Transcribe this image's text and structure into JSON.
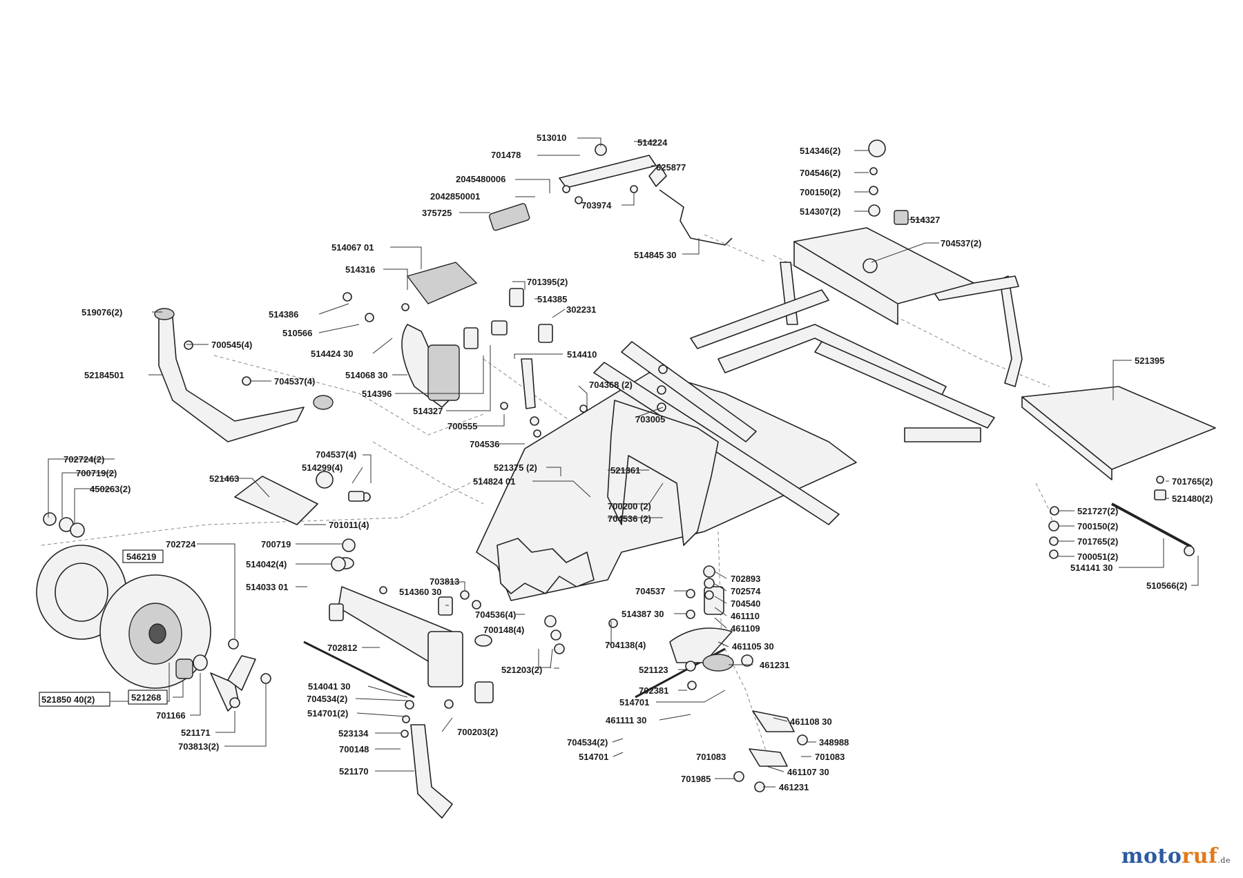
{
  "labels": [
    "513010",
    "701478",
    "514224",
    "625877",
    "2045480006",
    "2042850001",
    "375725",
    "703974",
    "514845 30",
    "514346(2)",
    "704546(2)",
    "700150(2)",
    "514307(2)",
    "514327",
    "704537(2)",
    "514067 01",
    "514316",
    "514386",
    "510566",
    "514424 30",
    "519076(2)",
    "700545(4)",
    "52184501",
    "704537(4)",
    "514068 30",
    "514396",
    "514327",
    "701395(2)",
    "514385",
    "302231",
    "514410",
    "704368 (2)",
    "700555",
    "704536",
    "703005",
    "521395",
    "521375 (2)",
    "514824 01",
    "521361",
    "700200 (2)",
    "704536 (2)",
    "704537(4)",
    "514299(4)",
    "521463",
    "701011(4)",
    "702724(2)",
    "700719(2)",
    "450263(2)",
    "702724",
    "546219",
    "700719",
    "514042(4)",
    "514033 01",
    "703813",
    "514360 30",
    "704536(4)",
    "700148(4)",
    "702812",
    "521203(2)",
    "704138(4)",
    "514041 30",
    "704534(2)",
    "514701(2)",
    "700203(2)",
    "523134",
    "700148",
    "521170",
    "521850 40(2)",
    "521268",
    "701166",
    "521171",
    "703813(2)",
    "701765(2)",
    "521480(2)",
    "521727(2)",
    "700150(2)",
    "701765(2)",
    "700051(2)",
    "514141 30",
    "510566(2)",
    "702893",
    "702574",
    "704540",
    "461110",
    "461109",
    "704537",
    "514387 30",
    "461105 30",
    "461231",
    "521123",
    "702381",
    "514701",
    "461111 30",
    "461108 30",
    "348988",
    "704534(2)",
    "514701",
    "701083",
    "701083",
    "461107 30",
    "701985",
    "461231"
  ],
  "brand": {
    "name_main": "moto",
    "name_accent": "ruf",
    "suffix": ".de"
  }
}
